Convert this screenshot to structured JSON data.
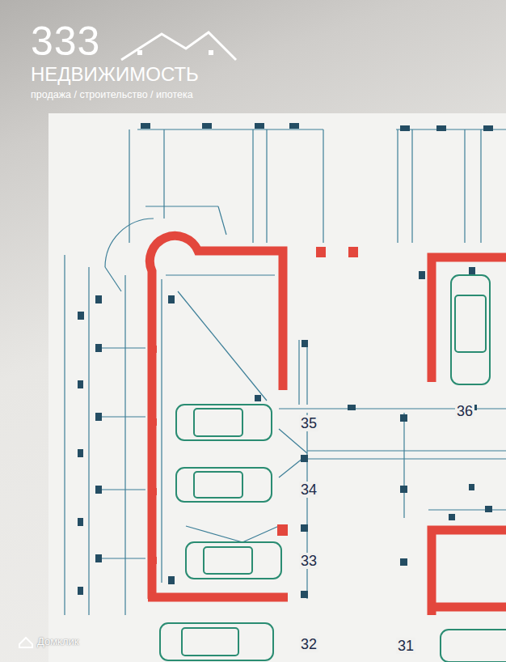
{
  "diagram": {
    "labels": [
      "333",
      "НЕДВИЖИМОСТЬ",
      "продажа / строительство / ипотека",
      "35",
      "36",
      "34",
      "33",
      "32",
      "31",
      "Домклик"
    ]
  }
}
